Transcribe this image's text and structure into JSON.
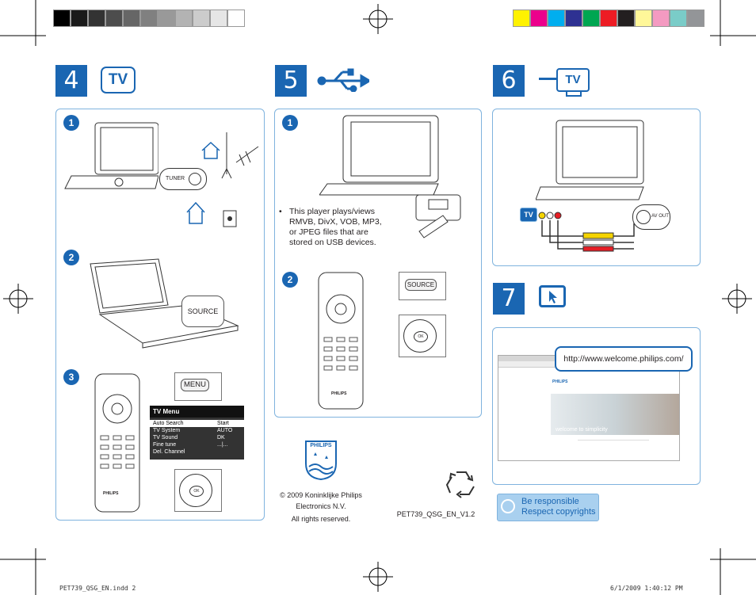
{
  "steps": {
    "s4": {
      "number": "4",
      "icon_label": "TV"
    },
    "s5": {
      "number": "5"
    },
    "s6": {
      "number": "6",
      "icon_label": "TV"
    },
    "s7": {
      "number": "7"
    }
  },
  "substeps": [
    "1",
    "2",
    "3"
  ],
  "tv_connect": {
    "tuner": "TUNER"
  },
  "buttons": {
    "source": "SOURCE",
    "menu": "MENU",
    "ok": "OK"
  },
  "tv_menu": {
    "title": "TV Menu",
    "rows": [
      {
        "label": "Auto Search",
        "value": "Start"
      },
      {
        "label": "TV System",
        "value": "AUTO"
      },
      {
        "label": "TV Sound",
        "value": "DK"
      },
      {
        "label": "Fine tune",
        "value": "...|..."
      },
      {
        "label": "Del. Channel",
        "value": ""
      }
    ]
  },
  "usb_note": "This player plays/views RMVB, DivX, VOB, MP3, or JPEG files that are stored on USB devices.",
  "av_out": {
    "tv_badge": "TV",
    "label": "AV OUT"
  },
  "website": {
    "url": "http://www.welcome.philips.com/",
    "page_brand": "PHILIPS",
    "tagline": "welcome to simplicity"
  },
  "brand": {
    "name": "PHILIPS"
  },
  "copyright": {
    "line1": "© 2009 Koninklijke Philips",
    "line2": "Electronics N.V.",
    "line3": "All rights reserved."
  },
  "doc_code": "PET739_QSG_EN_V1.2",
  "badge": {
    "line1": "Be responsible",
    "line2": "Respect copyrights"
  },
  "print_meta": {
    "file": "PET739_QSG_EN.indd   2",
    "timestamp": "6/1/2009   1:40:12 PM"
  },
  "colors": {
    "accent": "#1a66b2",
    "grayscale": [
      "#000000",
      "#1a1a1a",
      "#333333",
      "#4d4d4d",
      "#666666",
      "#808080",
      "#999999",
      "#b3b3b3",
      "#cccccc",
      "#e6e6e6",
      "#ffffff"
    ],
    "process": [
      "#fff200",
      "#ec008c",
      "#00aeef",
      "#2e3192",
      "#00a651",
      "#ed1c24",
      "#231f20",
      "#fff799",
      "#f49ac1",
      "#7accc8",
      "#939598"
    ]
  }
}
